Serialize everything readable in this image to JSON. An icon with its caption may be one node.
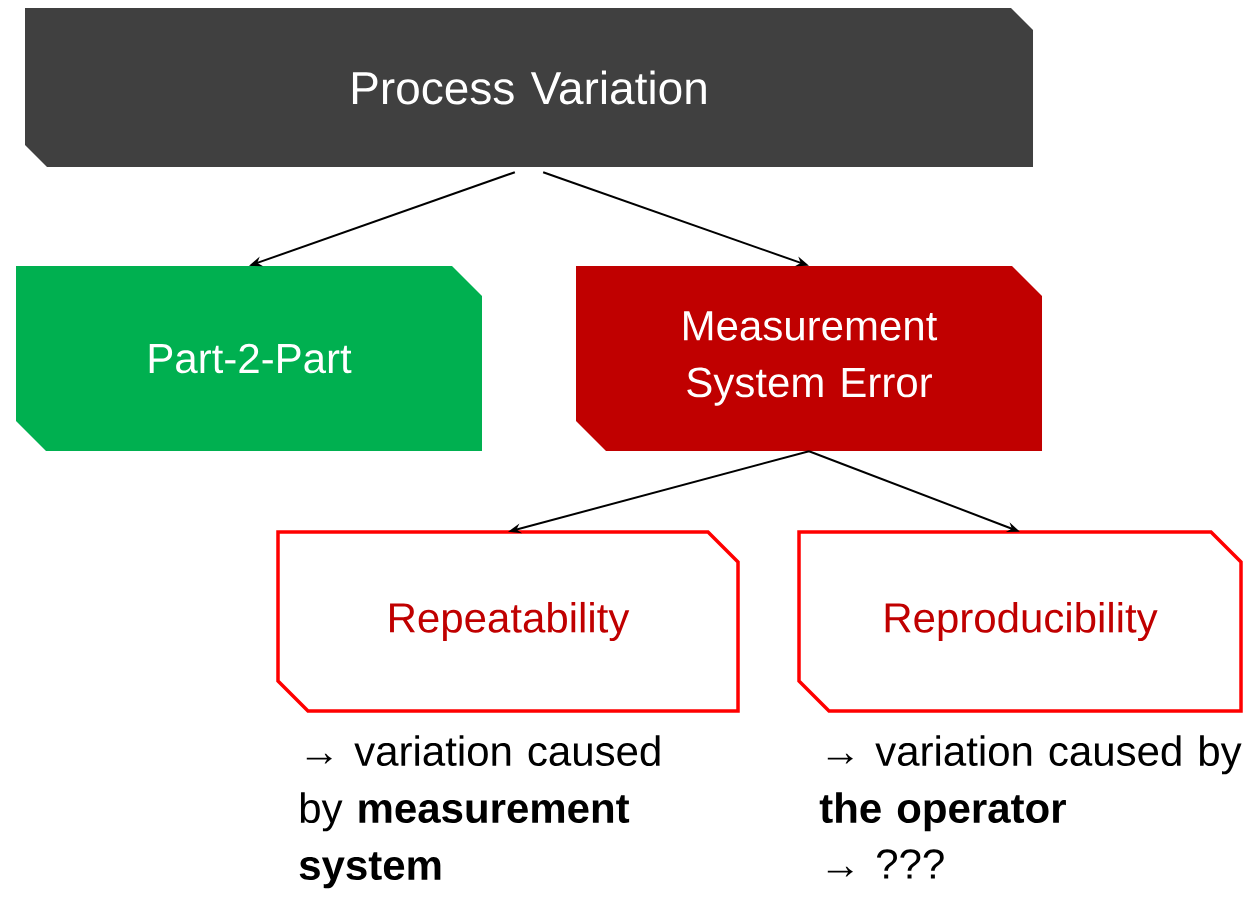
{
  "diagram": {
    "nodes": [
      {
        "text": [
          "Process Variation"
        ]
      },
      {
        "text": [
          "Part-2-Part"
        ]
      },
      {
        "text": [
          "Measurement System Error"
        ]
      },
      {
        "text": [
          "Repeatability"
        ],
        "beside": [
          "→ variation caused by **measurement system**"
        ]
      },
      {
        "text": [
          "Reproducibility"
        ],
        "beside": [
          "→ variation caused by **the operator**",
          "→ ???"
        ]
      }
    ],
    "edges": [
      {
        "from": 0,
        "to": 1,
        "arrow": "to"
      },
      {
        "from": 0,
        "to": 2,
        "arrow": "to"
      },
      {
        "from": 2,
        "to": 3,
        "arrow": "to"
      },
      {
        "from": 2,
        "to": 4,
        "arrow": "to"
      }
    ]
  }
}
